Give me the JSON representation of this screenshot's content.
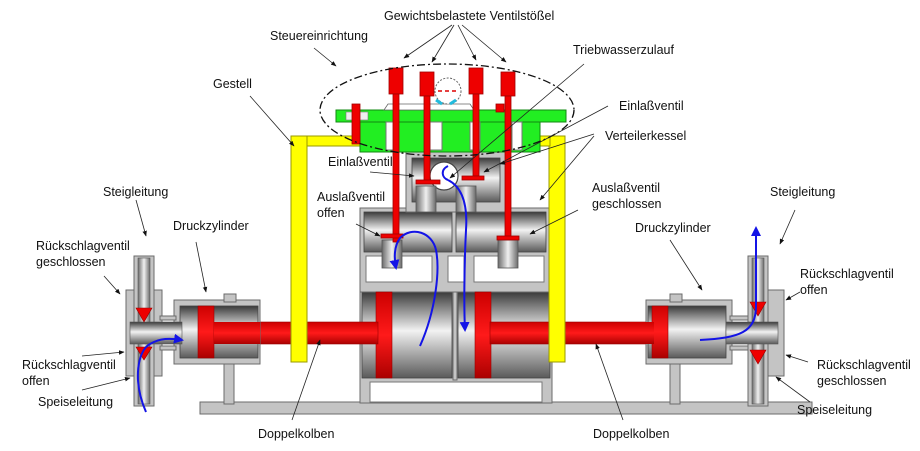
{
  "title": "Hydraulic ram / double piston pump schematic (section view)",
  "colors": {
    "piston": "#ee0000",
    "frame": "#ffff00",
    "control": "#22ee22",
    "flow": "#1414e6",
    "housing": "#c4c4c4"
  },
  "labels": {
    "weighted_valve_tappets": "Gewichtsbelastete Ventilstößel",
    "control_unit": "Steuereinrichtung",
    "drive_water_inlet": "Triebwasserzulauf",
    "frame": "Gestell",
    "inlet_valve_right": "Einlaßventil",
    "distribution_vessel": "Verteilerkessel",
    "inlet_valve_left": "Einlaßventil",
    "outlet_valve_open": [
      "Auslaßventil",
      "offen"
    ],
    "outlet_valve_closed": [
      "Auslaßventil",
      "geschlossen"
    ],
    "riser_left": "Steigleitung",
    "riser_right": "Steigleitung",
    "pressure_cylinder_left": "Druckzylinder",
    "pressure_cylinder_right": "Druckzylinder",
    "check_valve_closed_left": [
      "Rückschlagventil",
      "geschlossen"
    ],
    "check_valve_open_left": [
      "Rückschlagventil",
      "offen"
    ],
    "check_valve_open_right": [
      "Rückschlagventil",
      "offen"
    ],
    "check_valve_closed_right": [
      "Rückschlagventil",
      "geschlossen"
    ],
    "feed_line_left": "Speiseleitung",
    "feed_line_right": "Speiseleitung",
    "double_piston_left": "Doppelkolben",
    "double_piston_right": "Doppelkolben"
  }
}
